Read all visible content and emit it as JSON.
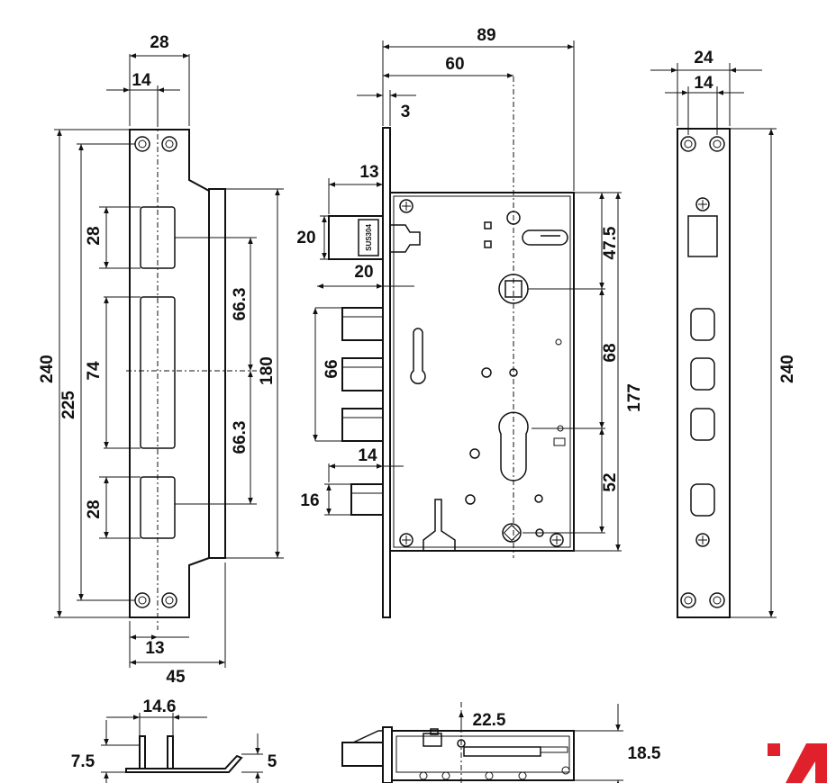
{
  "dimensions": {
    "strike_plate": {
      "top_width": "28",
      "top_hole_spacing": "14",
      "overall_height": "240",
      "hole_spacing_height": "225",
      "upper_cutout": "28",
      "center_cutout": "74",
      "lower_cutout": "28",
      "upper_offset": "66.3",
      "lower_offset": "66.3",
      "lip_height": "180",
      "bottom_offset": "13",
      "bottom_width": "45"
    },
    "lock_body": {
      "total_depth": "89",
      "backset": "60",
      "faceplate_thickness": "3",
      "latch_projection": "13",
      "latch_height": "20",
      "latch_width": "20",
      "bolt_height": "66",
      "deadbolt_projection": "14",
      "deadbolt_height": "16",
      "handle_top": "47.5",
      "handle_to_cylinder": "68",
      "cylinder_to_bottom": "52",
      "case_height": "177",
      "stamp_text": "SUS304"
    },
    "faceplate": {
      "width": "24",
      "hole_spacing": "14",
      "height": "240"
    },
    "strike_section": {
      "width": "14.6",
      "height": "7.5",
      "thickness": "5"
    },
    "lock_section": {
      "offset": "22.5",
      "height": "18.5"
    }
  },
  "brand_mark_color": "#e0202a"
}
